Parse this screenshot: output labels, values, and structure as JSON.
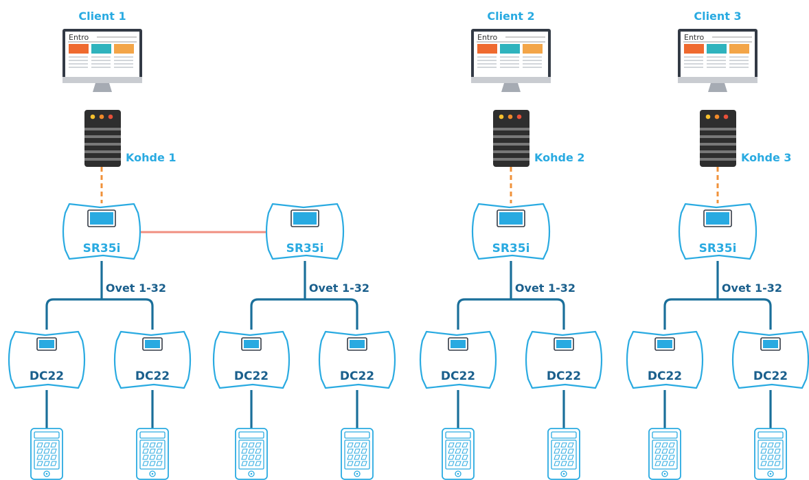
{
  "colors": {
    "accent": "#29aae1",
    "dark_label": "#1a5f8c",
    "tree_line": "#1a6f9a",
    "outline": "#29aae1",
    "dashed_link": "#f0923a",
    "peer_link": "#f08f80",
    "tile_orange": "#ef6a2f",
    "tile_teal": "#2fb3bd",
    "tile_amber": "#f3a548",
    "server_body": "#2e2e2e",
    "led_yellow": "#f6c12e",
    "led_orange": "#f08a2a",
    "led_red": "#e8503a"
  },
  "icons": {
    "monitor": "monitor-icon",
    "server": "server-icon",
    "controller": "controller-icon",
    "door_controller": "door-controller-icon",
    "keypad": "keypad-reader-icon"
  },
  "app_name": "Entro",
  "clients": [
    {
      "label": "Client 1",
      "site": "Kohde 1"
    },
    {
      "label": "Client 2",
      "site": "Kohde 2"
    },
    {
      "label": "Client 3",
      "site": "Kohde 3"
    }
  ],
  "controllers": [
    {
      "model": "SR35i",
      "doors": "Ovet 1-32",
      "dc": [
        "DC22",
        "DC22"
      ]
    },
    {
      "model": "SR35i",
      "doors": "Ovet 1-32",
      "dc": [
        "DC22",
        "DC22"
      ]
    },
    {
      "model": "SR35i",
      "doors": "Ovet 1-32",
      "dc": [
        "DC22",
        "DC22"
      ]
    },
    {
      "model": "SR35i",
      "doors": "Ovet 1-32",
      "dc": [
        "DC22",
        "DC22"
      ]
    }
  ]
}
